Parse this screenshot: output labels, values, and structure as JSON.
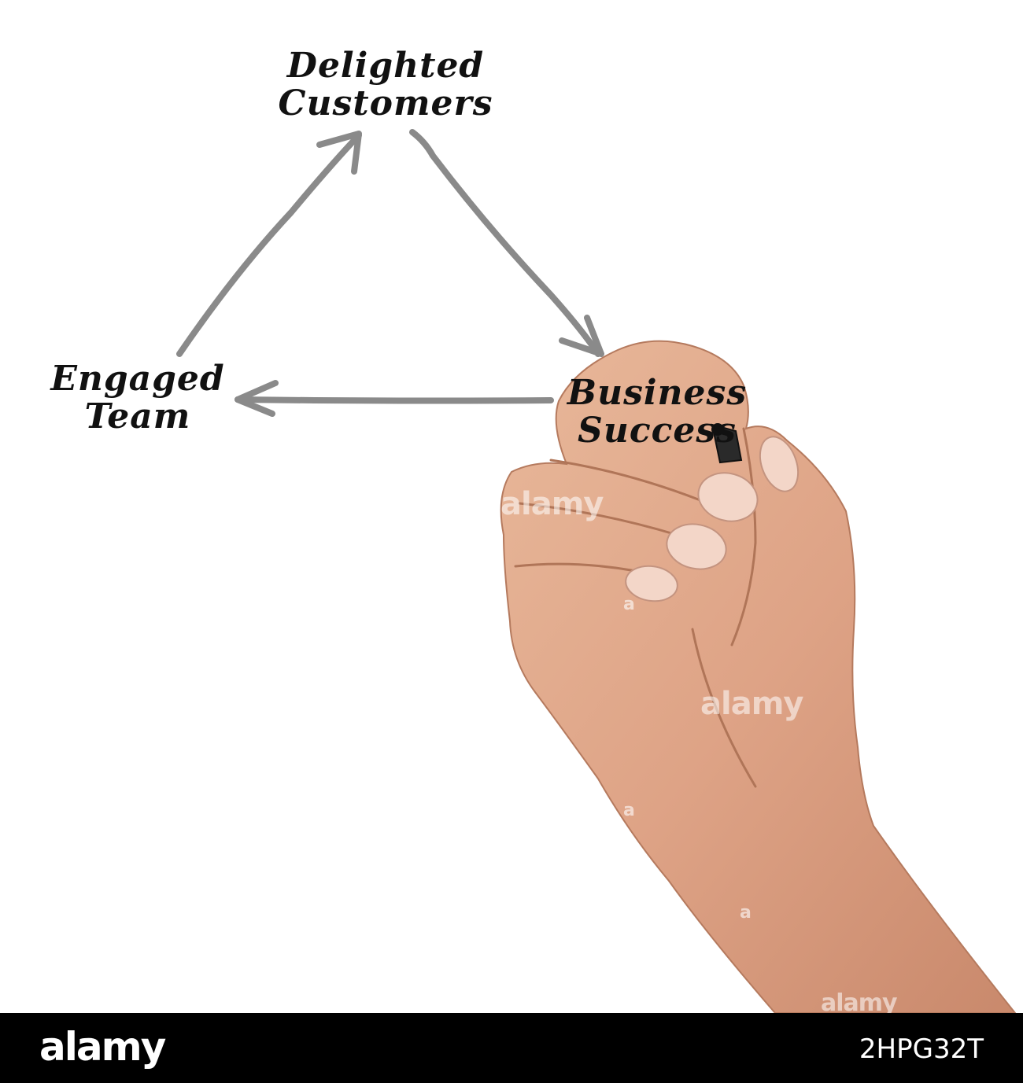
{
  "diagram": {
    "nodes": [
      {
        "id": "top",
        "lines": [
          "Delighted",
          "Customers"
        ]
      },
      {
        "id": "right",
        "lines": [
          "Business",
          "Success"
        ]
      },
      {
        "id": "left",
        "lines": [
          "Engaged",
          "Team"
        ]
      }
    ],
    "edges": [
      {
        "from": "top",
        "to": "right"
      },
      {
        "from": "right",
        "to": "left"
      },
      {
        "from": "left",
        "to": "top"
      }
    ],
    "arrow_color": "#8a8a8a",
    "text_color": "#111111"
  },
  "watermark": {
    "text": "alamy",
    "short": "a"
  },
  "footer": {
    "logo": "alamy",
    "image_id": "2HPG32T"
  }
}
